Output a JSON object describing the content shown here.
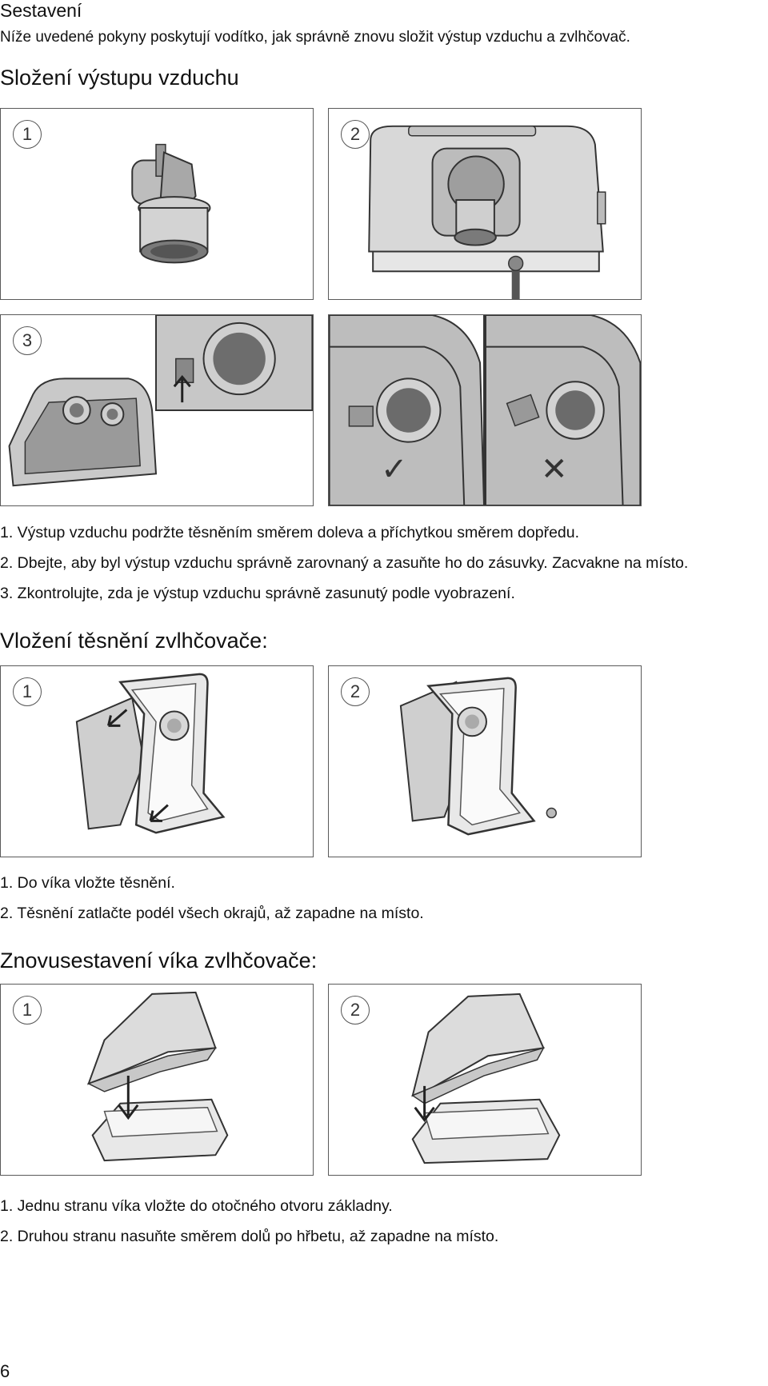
{
  "section": {
    "title": "Sestavení",
    "intro": "Níže uvedené pokyny poskytují vodítko, jak správně znovu složit výstup vzduchu a zvlhčovač."
  },
  "air_outlet": {
    "heading": "Složení výstupu vzduchu",
    "panel_numbers": [
      "1",
      "2",
      "3"
    ],
    "steps": [
      "1. Výstup vzduchu podržte těsněním směrem doleva a příchytkou směrem dopředu.",
      "2. Dbejte, aby byl výstup vzduchu správně zarovnaný a zasuňte ho do zásuvky. Zacvakne na místo.",
      "3. Zkontrolujte, zda je výstup vzduchu správně zasunutý podle vyobrazení."
    ],
    "check_icons": [
      "check-icon",
      "cross-icon"
    ]
  },
  "seal": {
    "heading": "Vložení těsnění zvlhčovače:",
    "panel_numbers": [
      "1",
      "2"
    ],
    "steps": [
      "1. Do víka vložte těsnění.",
      "2. Těsnění zatlačte podél všech okrajů, až zapadne na místo."
    ]
  },
  "lid": {
    "heading": "Znovusestavení víka zvlhčovače:",
    "panel_numbers": [
      "1",
      "2"
    ],
    "steps": [
      "1. Jednu stranu víka vložte do otočného otvoru základny.",
      "2. Druhou stranu nasuňte směrem dolů po hřbetu, až zapadne na místo."
    ]
  },
  "page_number": "6",
  "colors": {
    "border": "#5a5a5a",
    "device_gray": "#d4d4d4",
    "dark_gray": "#6a6a6a"
  }
}
